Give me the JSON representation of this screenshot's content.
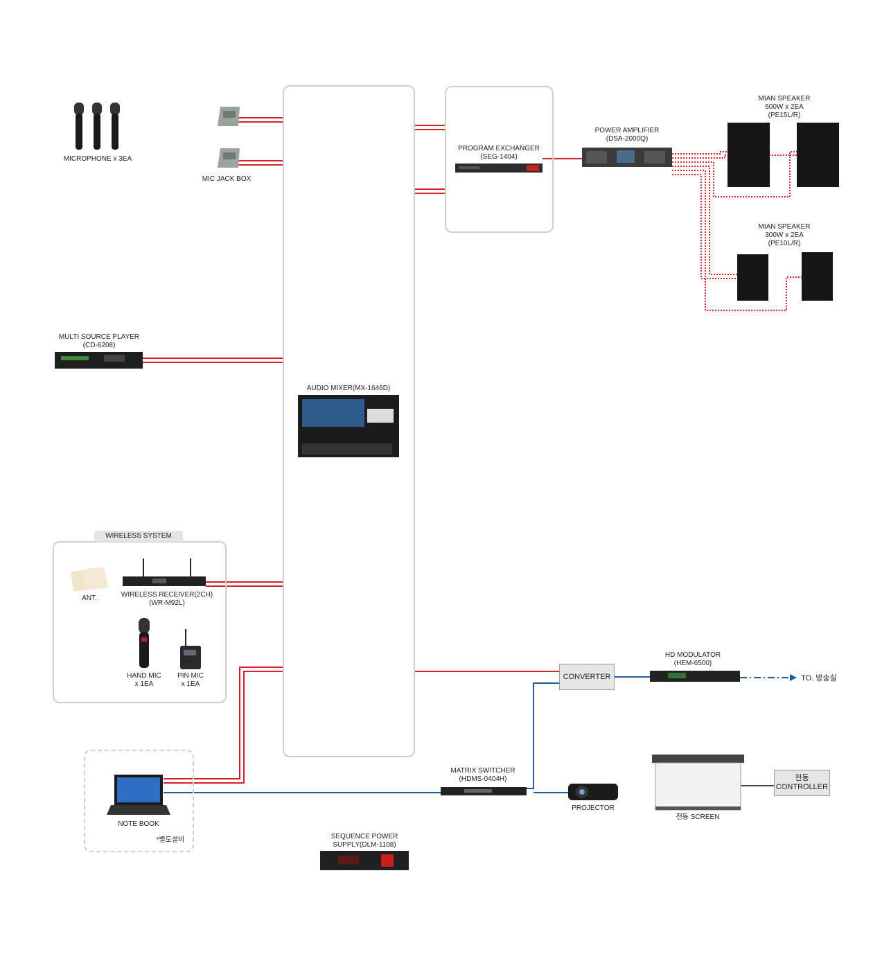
{
  "colors": {
    "audio": "#d5202e",
    "video": "#1f5c9e",
    "box_border": "#cfcfcf"
  },
  "labels": {
    "microphone": "MICROPHONE x 3EA",
    "mic_jack_box": "MIC JACK BOX",
    "program_exchanger": [
      "PROGRAM EXCHANGER",
      "(SEG-1404)"
    ],
    "power_amplifier": [
      "POWER AMPLIFIER",
      "(DSA-2000Q)"
    ],
    "main_speaker_1": [
      "MIAN SPEAKER",
      "600W x 2EA",
      "(PE15L/R)"
    ],
    "main_speaker_2": [
      "MIAN SPEAKER",
      "300W x 2EA",
      "(PE10L/R)"
    ],
    "multi_source_player": [
      "MULTI SOURCE PLAYER",
      "(CD-6208)"
    ],
    "audio_mixer": "AUDIO MIXER(MX-1646D)",
    "wireless_system": "WIRELESS SYSTEM",
    "ant": "ANT.",
    "wireless_receiver": [
      "WIRELESS RECEIVER(2CH)",
      "(WR-M92L)"
    ],
    "hand_mic": [
      "HAND MIC",
      "x 1EA"
    ],
    "pin_mic": [
      "PIN MIC",
      "x 1EA"
    ],
    "converter": "CONVERTER",
    "hd_modulator": [
      "HD MODULATOR",
      "(HEM-6500)"
    ],
    "to_broadcast": "TO. 방송실",
    "notebook": "NOTE BOOK",
    "separate_equipment": "*별도설비",
    "matrix_switcher": [
      "MATRIX SWITCHER",
      "(HDMS-0404H)"
    ],
    "projector": "PROJECTOR",
    "screen": "전동 SCREEN",
    "controller": [
      "전동",
      "CONTROLLER"
    ],
    "sequence_power": [
      "SEQUENCE POWER",
      "SUPPLY(DLM-1108)"
    ]
  }
}
